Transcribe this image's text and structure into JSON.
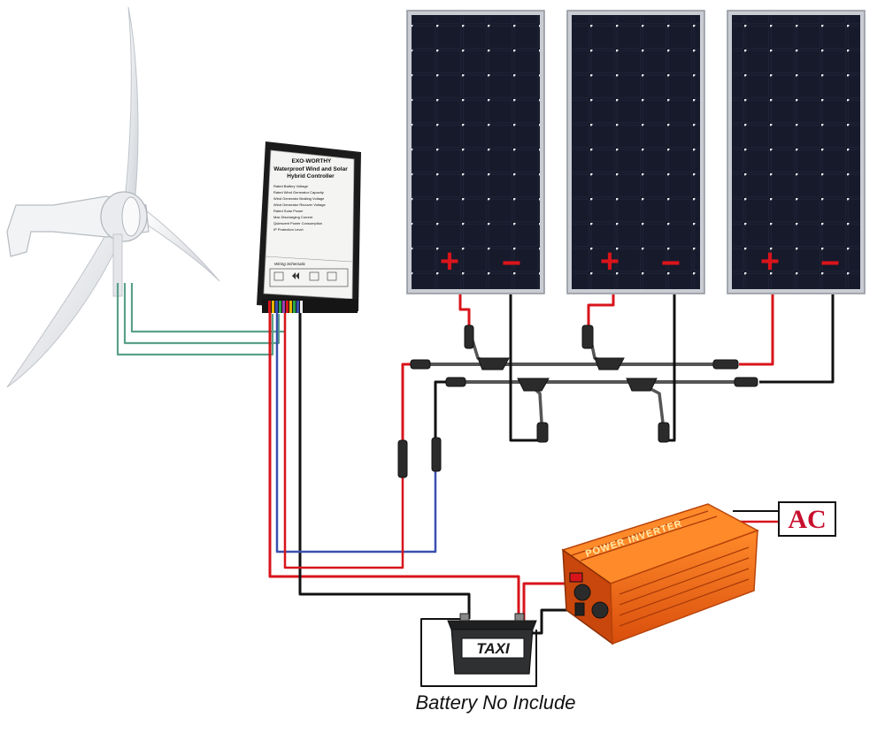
{
  "controller": {
    "brand": "EXO-WORTHY",
    "title_line1": "Waterproof Wind and Solar",
    "title_line2": "Hybrid Controller",
    "specs": [
      "Rated Battery Voltage",
      "Rated Wind Generator Capacity",
      "Wind Generator Braking Voltage",
      "Wind Generator Recover Voltage",
      "Rated Solar Power",
      "Max Discharging Current",
      "Quiescent Power Consumption",
      "IP Protection Level"
    ],
    "schematic_label": "Wiring Schematic"
  },
  "solar_panels": [
    {
      "positive": "+",
      "negative": "−"
    },
    {
      "positive": "+",
      "negative": "−"
    },
    {
      "positive": "+",
      "negative": "−"
    }
  ],
  "inverter": {
    "label": "POWER INVERTER"
  },
  "battery": {
    "brand": "TAXI"
  },
  "ac_label": "AC",
  "caption": "Battery No Include",
  "colors": {
    "positive_wire": "#d8141b",
    "negative_wire": "#111111",
    "wind_wire": "#5aa08a",
    "blue_wire": "#3a4fb0",
    "inverter_orange": "#f06a1c",
    "panel_cell": "#10131f"
  }
}
